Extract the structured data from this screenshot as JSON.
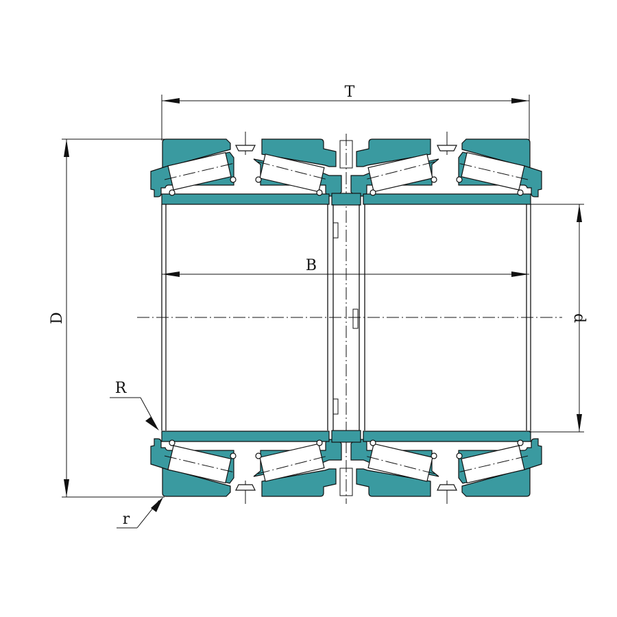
{
  "labels": {
    "T": "T",
    "B": "B",
    "D": "D",
    "d": "d",
    "R": "R",
    "r": "r"
  },
  "colors": {
    "ring": "#3a9aa0",
    "line": "#111111",
    "roller": "#ffffff"
  }
}
